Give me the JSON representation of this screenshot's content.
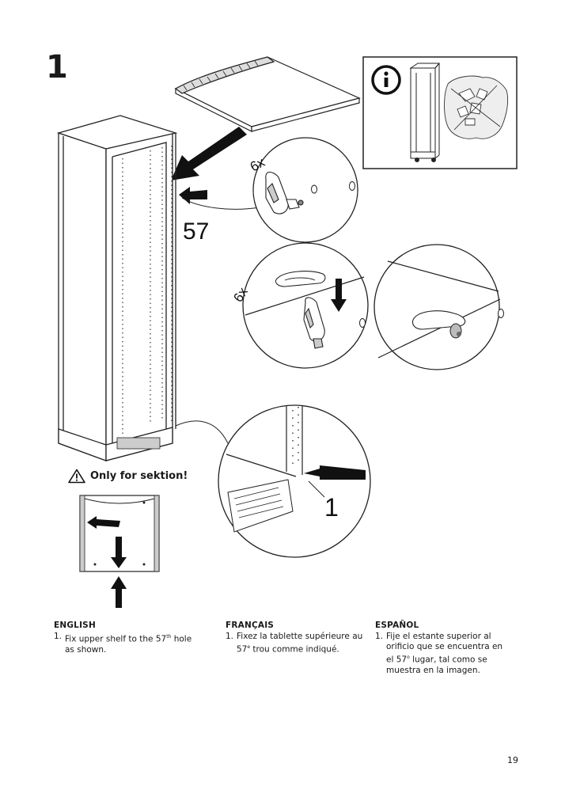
{
  "step": {
    "number": "1"
  },
  "callouts": {
    "quantity_a": "6x",
    "quantity_b": "6x",
    "hole_number": "57",
    "hole_detail": "1"
  },
  "warning": {
    "text": "Only for sektion!"
  },
  "instructions": [
    {
      "language": "ENGLISH",
      "number": "1.",
      "text_a": "Fix upper shelf to the 57",
      "sup": "th",
      "text_b": " hole as shown."
    },
    {
      "language": "FRANÇAIS",
      "number": "1.",
      "text_a": "Fixez la tablette supérieure au 57",
      "sup": "e",
      "text_b": " trou comme indiqué."
    },
    {
      "language": "ESPAÑOL",
      "number": "1.",
      "text_a": "Fije el estante superior al orificio que se encuentra en el 57",
      "sup": "o",
      "text_b": " lugar, tal como se muestra en la imagen."
    }
  ],
  "page": {
    "number": "19"
  },
  "icons": [
    "info-icon",
    "warning-triangle-icon",
    "arrow-icon",
    "shelf-pin-icon"
  ]
}
